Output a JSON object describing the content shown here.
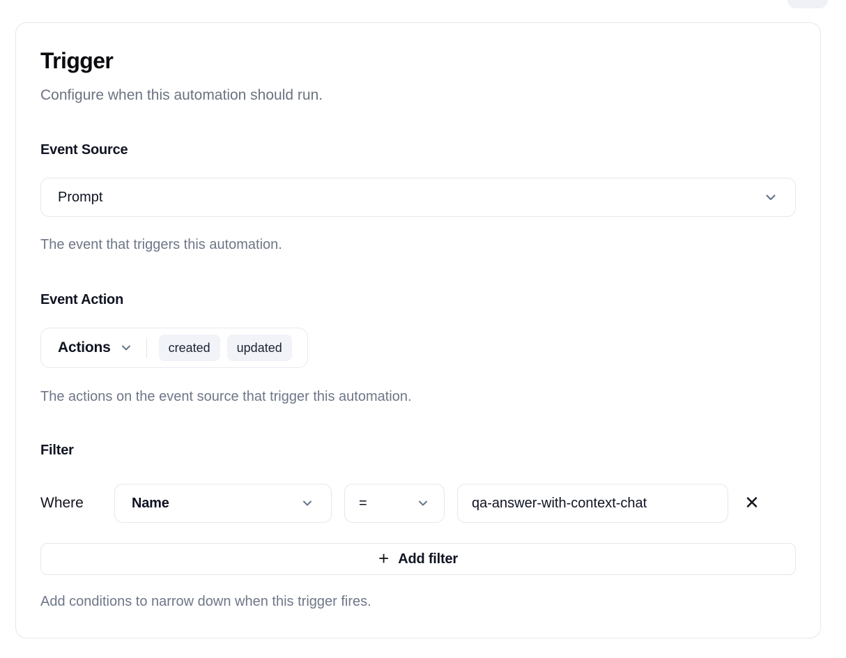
{
  "card": {
    "title": "Trigger",
    "subtitle": "Configure when this automation should run."
  },
  "event_source": {
    "label": "Event Source",
    "selected": "Prompt",
    "helper": "The event that triggers this automation."
  },
  "event_action": {
    "label": "Event Action",
    "dropdown_label": "Actions",
    "chips": [
      "created",
      "updated"
    ],
    "helper": "The actions on the event source that trigger this automation."
  },
  "filter": {
    "label": "Filter",
    "where_label": "Where",
    "field_selected": "Name",
    "operator_selected": "=",
    "value": "qa-answer-with-context-chat",
    "remove_icon": "✕",
    "plus_icon": "+",
    "add_filter_label": "Add filter",
    "helper": "Add conditions to narrow down when this trigger fires."
  },
  "colors": {
    "text_primary": "#0c0e14",
    "text_secondary": "#6b7280",
    "border": "#e5e7eb",
    "chip_background": "#f1f3f8",
    "chevron": "#64748b"
  }
}
